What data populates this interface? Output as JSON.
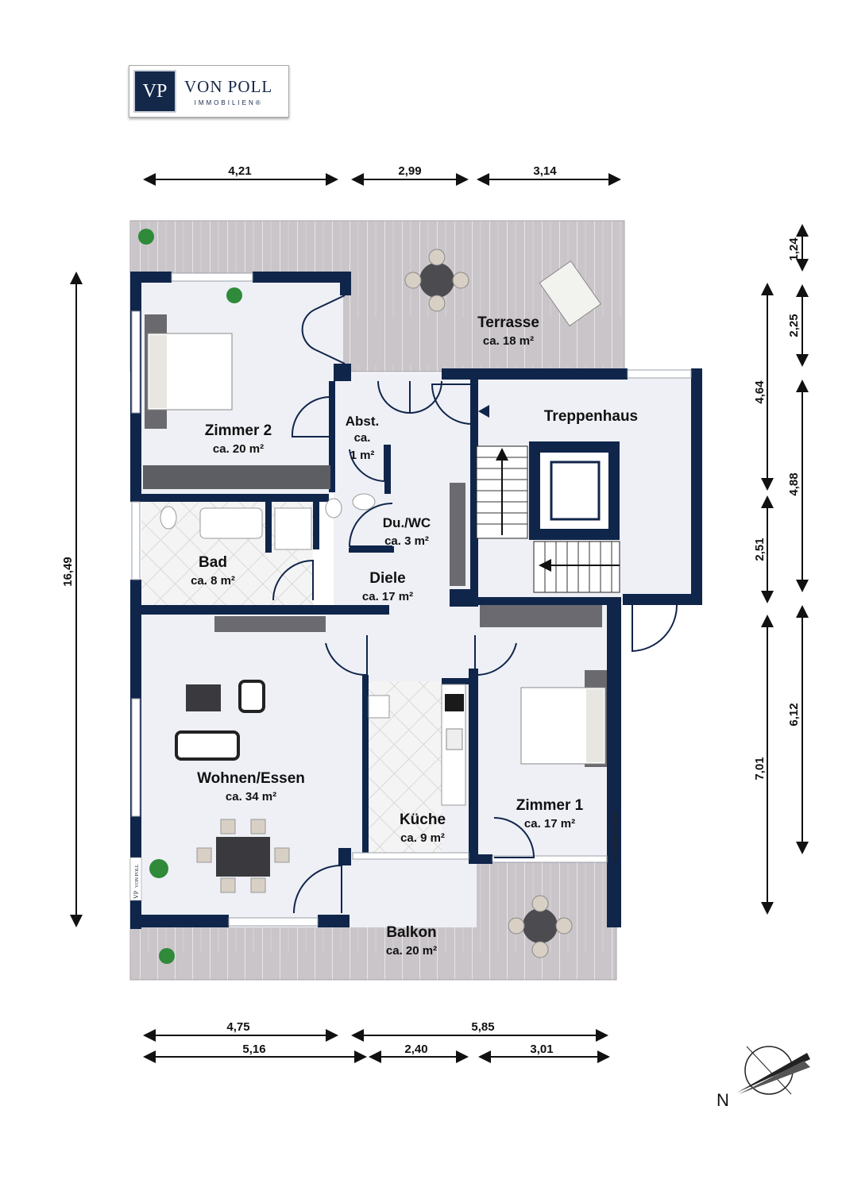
{
  "logo": {
    "mark": "VP",
    "name": "VON POLL",
    "subtitle": "IMMOBILIEN®"
  },
  "rooms": {
    "terrasse": {
      "name": "Terrasse",
      "area": "ca. 18 m²"
    },
    "zimmer2": {
      "name": "Zimmer 2",
      "area": "ca. 20 m²"
    },
    "abst": {
      "name": "Abst.",
      "area_line1": "ca.",
      "area_line2": "1 m²"
    },
    "treppenhaus": {
      "name": "Treppenhaus"
    },
    "duwc": {
      "name": "Du./WC",
      "area": "ca. 3 m²"
    },
    "bad": {
      "name": "Bad",
      "area": "ca. 8 m²"
    },
    "diele": {
      "name": "Diele",
      "area": "ca. 17 m²"
    },
    "wohnen": {
      "name": "Wohnen/Essen",
      "area": "ca. 34 m²"
    },
    "kueche": {
      "name": "Küche",
      "area": "ca. 9 m²"
    },
    "zimmer1": {
      "name": "Zimmer 1",
      "area": "ca. 17 m²"
    },
    "balkon": {
      "name": "Balkon",
      "area": "ca. 20 m²"
    }
  },
  "dimensions": {
    "top": [
      "4,21",
      "2,99",
      "3,14"
    ],
    "bottom_row1": [
      "4,75",
      "5,85"
    ],
    "bottom_row2": [
      "5,16",
      "2,40",
      "3,01"
    ],
    "left": "16,49",
    "right_col1": [
      "4,64",
      "2,51",
      "7,01"
    ],
    "right_col2": [
      "1,24",
      "2,25",
      "4,88",
      "6,12"
    ]
  },
  "watermark": "Immogrundriss",
  "small_logo": {
    "mark": "VP",
    "name": "VON POLL",
    "subtitle": "IMMOBILIEN"
  },
  "compass": {
    "label": "N"
  },
  "colors": {
    "wall": "#10254a",
    "floor": "#eef0f6",
    "deck": "#c8c4c8",
    "tile": "#f3f3f3",
    "furniture_dark": "#5a5a5e",
    "furniture_light": "#ffffff"
  }
}
